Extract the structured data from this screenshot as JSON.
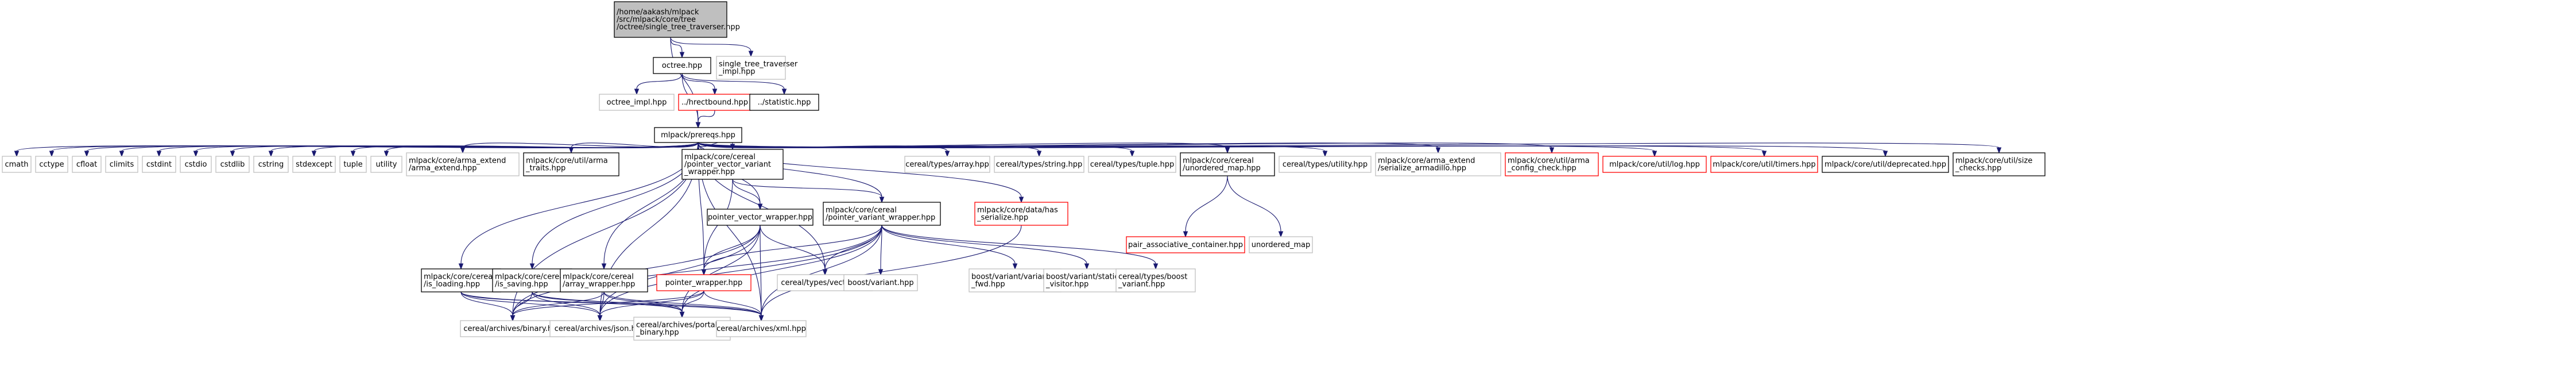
{
  "style": {
    "edge_color": "#191970",
    "root_fill": "#bfbfbf",
    "node_fill": "#ffffff",
    "border_documented": "#000000",
    "border_undocumented": "#bfbfbf",
    "border_truncated": "#ff0000"
  },
  "graph": {
    "nodes": [
      {
        "id": "root",
        "lines": [
          "/home/aakash/mlpack",
          "/src/mlpack/core/tree",
          "/octree/single_tree_traverser.hpp"
        ],
        "kind": "root"
      },
      {
        "id": "octree",
        "lines": [
          "octree.hpp"
        ],
        "kind": "documented"
      },
      {
        "id": "stt_impl",
        "lines": [
          "single_tree_traverser",
          "_impl.hpp"
        ],
        "kind": "undocumented"
      },
      {
        "id": "octree_impl",
        "lines": [
          "octree_impl.hpp"
        ],
        "kind": "undocumented"
      },
      {
        "id": "hrectbound",
        "lines": [
          "../hrectbound.hpp"
        ],
        "kind": "truncated"
      },
      {
        "id": "statistic",
        "lines": [
          "../statistic.hpp"
        ],
        "kind": "documented"
      },
      {
        "id": "prereqs",
        "lines": [
          "mlpack/prereqs.hpp"
        ],
        "kind": "documented"
      },
      {
        "id": "cmath",
        "lines": [
          "cmath"
        ],
        "kind": "undocumented"
      },
      {
        "id": "cctype",
        "lines": [
          "cctype"
        ],
        "kind": "undocumented"
      },
      {
        "id": "cfloat",
        "lines": [
          "cfloat"
        ],
        "kind": "undocumented"
      },
      {
        "id": "climits",
        "lines": [
          "climits"
        ],
        "kind": "undocumented"
      },
      {
        "id": "cstdint",
        "lines": [
          "cstdint"
        ],
        "kind": "undocumented"
      },
      {
        "id": "cstdio",
        "lines": [
          "cstdio"
        ],
        "kind": "undocumented"
      },
      {
        "id": "cstdlib",
        "lines": [
          "cstdlib"
        ],
        "kind": "undocumented"
      },
      {
        "id": "cstring",
        "lines": [
          "cstring"
        ],
        "kind": "undocumented"
      },
      {
        "id": "stdexcept",
        "lines": [
          "stdexcept"
        ],
        "kind": "undocumented"
      },
      {
        "id": "tuple",
        "lines": [
          "tuple"
        ],
        "kind": "undocumented"
      },
      {
        "id": "utility",
        "lines": [
          "utility"
        ],
        "kind": "undocumented"
      },
      {
        "id": "arma_extend",
        "lines": [
          "mlpack/core/arma_extend",
          "/arma_extend.hpp"
        ],
        "kind": "undocumented"
      },
      {
        "id": "arma_traits",
        "lines": [
          "mlpack/core/util/arma",
          "_traits.hpp"
        ],
        "kind": "documented"
      },
      {
        "id": "pvvw",
        "lines": [
          "mlpack/core/cereal",
          "/pointer_vector_variant",
          "_wrapper.hpp"
        ],
        "kind": "documented"
      },
      {
        "id": "array",
        "lines": [
          "cereal/types/array.hpp"
        ],
        "kind": "undocumented"
      },
      {
        "id": "string",
        "lines": [
          "cereal/types/string.hpp"
        ],
        "kind": "undocumented"
      },
      {
        "id": "tuplehpp",
        "lines": [
          "cereal/types/tuple.hpp"
        ],
        "kind": "undocumented"
      },
      {
        "id": "umap",
        "lines": [
          "mlpack/core/cereal",
          "/unordered_map.hpp"
        ],
        "kind": "documented"
      },
      {
        "id": "utilityhpp",
        "lines": [
          "cereal/types/utility.hpp"
        ],
        "kind": "undocumented"
      },
      {
        "id": "serarma",
        "lines": [
          "mlpack/core/arma_extend",
          "/serialize_armadillo.hpp"
        ],
        "kind": "undocumented"
      },
      {
        "id": "armaconfig",
        "lines": [
          "mlpack/core/util/arma",
          "_config_check.hpp"
        ],
        "kind": "truncated"
      },
      {
        "id": "log",
        "lines": [
          "mlpack/core/util/log.hpp"
        ],
        "kind": "truncated"
      },
      {
        "id": "timers",
        "lines": [
          "mlpack/core/util/timers.hpp"
        ],
        "kind": "truncated"
      },
      {
        "id": "deprecated",
        "lines": [
          "mlpack/core/util/deprecated.hpp"
        ],
        "kind": "documented"
      },
      {
        "id": "sizechecks",
        "lines": [
          "mlpack/core/util/size",
          "_checks.hpp"
        ],
        "kind": "documented"
      },
      {
        "id": "pvw",
        "lines": [
          "pointer_vector_wrapper.hpp"
        ],
        "kind": "documented"
      },
      {
        "id": "pvarw",
        "lines": [
          "mlpack/core/cereal",
          "/pointer_variant_wrapper.hpp"
        ],
        "kind": "documented"
      },
      {
        "id": "hasser",
        "lines": [
          "mlpack/core/data/has",
          "_serialize.hpp"
        ],
        "kind": "truncated"
      },
      {
        "id": "pac",
        "lines": [
          "pair_associative_container.hpp"
        ],
        "kind": "truncated"
      },
      {
        "id": "unordered_map",
        "lines": [
          "unordered_map"
        ],
        "kind": "undocumented"
      },
      {
        "id": "isloading",
        "lines": [
          "mlpack/core/cereal",
          "/is_loading.hpp"
        ],
        "kind": "documented"
      },
      {
        "id": "issaving",
        "lines": [
          "mlpack/core/cereal",
          "/is_saving.hpp"
        ],
        "kind": "documented"
      },
      {
        "id": "arraywrapper",
        "lines": [
          "mlpack/core/cereal",
          "/array_wrapper.hpp"
        ],
        "kind": "documented"
      },
      {
        "id": "pw",
        "lines": [
          "pointer_wrapper.hpp"
        ],
        "kind": "truncated"
      },
      {
        "id": "vectorhpp",
        "lines": [
          "cereal/types/vector.hpp"
        ],
        "kind": "undocumented"
      },
      {
        "id": "bvariant",
        "lines": [
          "boost/variant.hpp"
        ],
        "kind": "undocumented"
      },
      {
        "id": "bvariantfwd",
        "lines": [
          "boost/variant/variant",
          "_fwd.hpp"
        ],
        "kind": "undocumented"
      },
      {
        "id": "bstatic",
        "lines": [
          "boost/variant/static",
          "_visitor.hpp"
        ],
        "kind": "undocumented"
      },
      {
        "id": "cbvariant",
        "lines": [
          "cereal/types/boost",
          "_variant.hpp"
        ],
        "kind": "undocumented"
      },
      {
        "id": "binary",
        "lines": [
          "cereal/archives/binary.hpp"
        ],
        "kind": "undocumented"
      },
      {
        "id": "json",
        "lines": [
          "cereal/archives/json.hpp"
        ],
        "kind": "undocumented"
      },
      {
        "id": "portable",
        "lines": [
          "cereal/archives/portable",
          "_binary.hpp"
        ],
        "kind": "undocumented"
      },
      {
        "id": "xml",
        "lines": [
          "cereal/archives/xml.hpp"
        ],
        "kind": "undocumented"
      }
    ]
  }
}
